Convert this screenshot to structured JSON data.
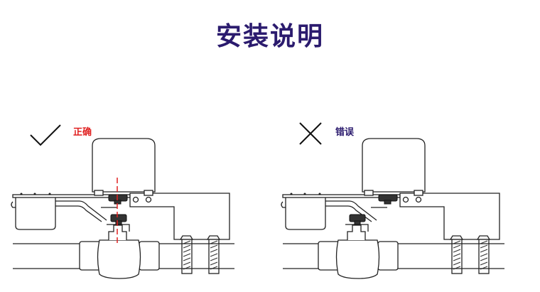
{
  "title": "安装说明",
  "correct": {
    "label": "正确",
    "icon": "check-icon",
    "color": "#e02020"
  },
  "wrong": {
    "label": "错误",
    "icon": "cross-icon",
    "color": "#2b1b6e"
  }
}
